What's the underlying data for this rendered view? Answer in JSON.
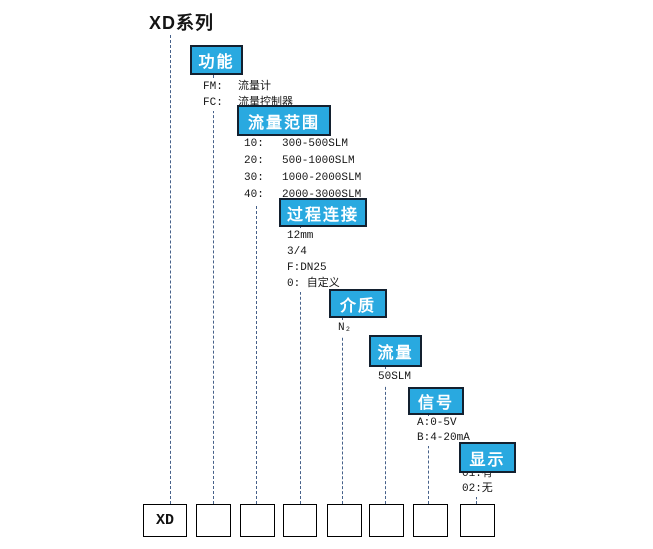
{
  "page": {
    "title": "XD系列"
  },
  "colors": {
    "accent_blue": "#29a9e0",
    "box_border": "#13202f",
    "dash_line": "#46618a",
    "text": "#161616"
  },
  "categories": [
    {
      "label": "功能",
      "options": [
        {
          "key": "FM:",
          "value": "流量计"
        },
        {
          "key": "FC:",
          "value": "流量控制器"
        }
      ]
    },
    {
      "label": "流量范围",
      "options": [
        {
          "key": "10:",
          "value": "300-500SLM"
        },
        {
          "key": "20:",
          "value": "500-1000SLM"
        },
        {
          "key": "30:",
          "value": "1000-2000SLM"
        },
        {
          "key": "40:",
          "value": "2000-3000SLM"
        }
      ]
    },
    {
      "label": "过程连接",
      "options": [
        {
          "key": "12mm",
          "value": ""
        },
        {
          "key": "3/4",
          "value": ""
        },
        {
          "key": "F:DN25",
          "value": ""
        },
        {
          "key": "0: 自定义",
          "value": ""
        }
      ]
    },
    {
      "label": "介质",
      "options": [
        {
          "key": "N₂",
          "value": ""
        }
      ]
    },
    {
      "label": "流量",
      "options": [
        {
          "key": "50SLM",
          "value": ""
        }
      ]
    },
    {
      "label": "信号",
      "options": [
        {
          "key": "A:0-5V",
          "value": ""
        },
        {
          "key": "B:4-20mA",
          "value": ""
        }
      ]
    },
    {
      "label": "显示",
      "options": [
        {
          "key": "01:有",
          "value": ""
        },
        {
          "key": "02:无",
          "value": ""
        }
      ]
    }
  ],
  "code_row": {
    "prefix": "XD"
  }
}
